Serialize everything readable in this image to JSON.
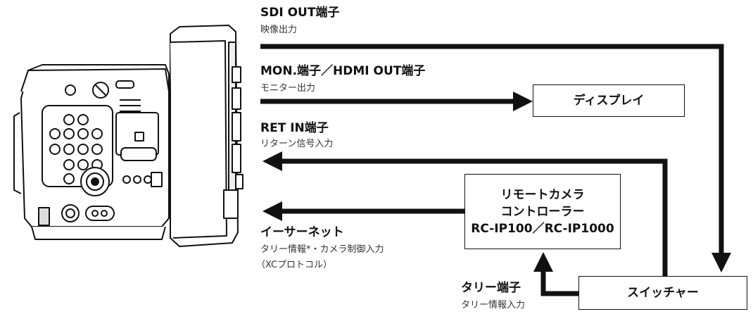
{
  "labels": {
    "sdi_title": "SDI OUT端子",
    "sdi_sub": "映像出力",
    "mon_title": "MON.端子／HDMI OUT端子",
    "mon_sub": "モニター出力",
    "ret_title": "RET IN端子",
    "ret_sub": "リターン信号入力",
    "eth_title": "イーサーネット",
    "eth_sub1": "タリー情報*・カメラ制御入力",
    "eth_sub2": "（XCプロトコル）",
    "tally_title": "タリー端子",
    "tally_sub": "タリー情報入力"
  },
  "boxes": {
    "display": "ディスプレイ",
    "rc_line1": "リモートカメラ",
    "rc_line2": "コントローラー",
    "rc_line3": "RC-IP100／RC-IP1000",
    "switcher": "スイッチャー"
  }
}
